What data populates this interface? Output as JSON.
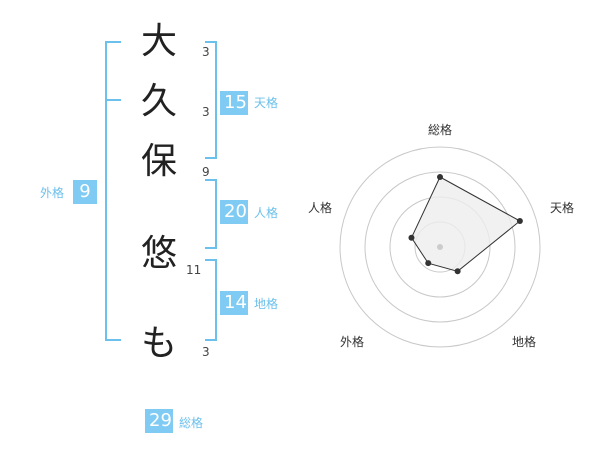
{
  "name": {
    "chars": [
      {
        "char": "大",
        "strokes": "3"
      },
      {
        "char": "久",
        "strokes": "3"
      },
      {
        "char": "保",
        "strokes": "9"
      },
      {
        "char": "悠",
        "strokes": "11"
      },
      {
        "char": "も",
        "strokes": "3"
      }
    ]
  },
  "scores": {
    "tenkaku": {
      "value": "15",
      "label": "天格"
    },
    "jinkaku": {
      "value": "20",
      "label": "人格"
    },
    "chikaku": {
      "value": "14",
      "label": "地格"
    },
    "gaikaku": {
      "value": "9",
      "label": "外格"
    },
    "soukaku": {
      "value": "29",
      "label": "総格"
    }
  },
  "radar": {
    "axes": [
      "総格",
      "天格",
      "地格",
      "外格",
      "人格"
    ],
    "levels": 4,
    "values": [
      3.5,
      4.2,
      1.5,
      1.0,
      1.5
    ],
    "max": 5,
    "colors": {
      "ring": "#c8c8c8",
      "fill": "#ededed",
      "stroke": "#333333",
      "point": "#333333",
      "center": "#cccccc"
    }
  }
}
